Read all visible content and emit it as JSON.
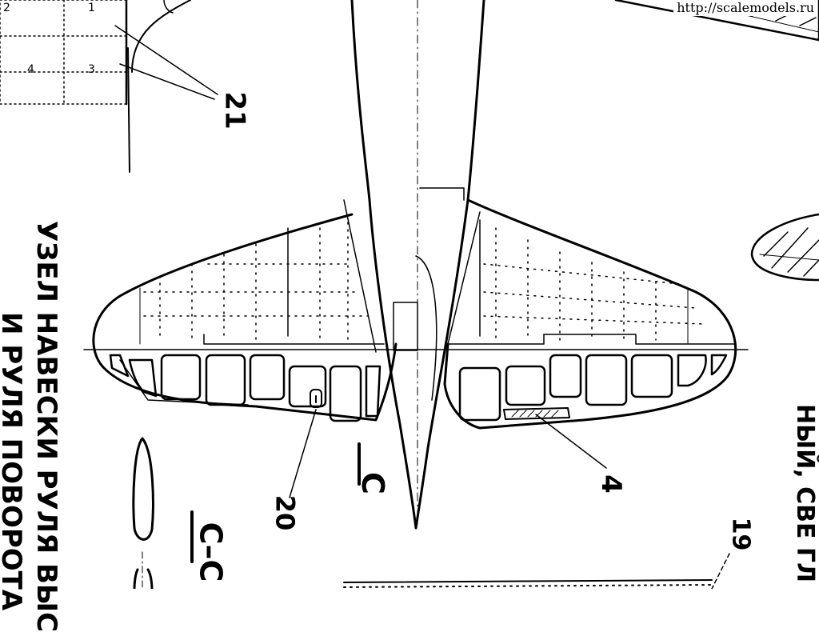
{
  "watermark": "http://scalemodels.ru",
  "panel_numbers": [
    "2",
    "1",
    "4",
    "3"
  ],
  "callouts": {
    "c21": "21",
    "c20": "20",
    "c4": "4",
    "c19": "19"
  },
  "section_marks": {
    "c_short": "C",
    "c_full": "C–C"
  },
  "side_text": {
    "line1": "УЗЕЛ НАВЕСКИ РУЛЯ ВЫС",
    "line2": "И РУЛЯ ПОВОРОТА",
    "right": "НЫЙ, СВЕ ГЛ"
  },
  "colors": {
    "ink": "#000000",
    "paper": "#ffffff"
  }
}
